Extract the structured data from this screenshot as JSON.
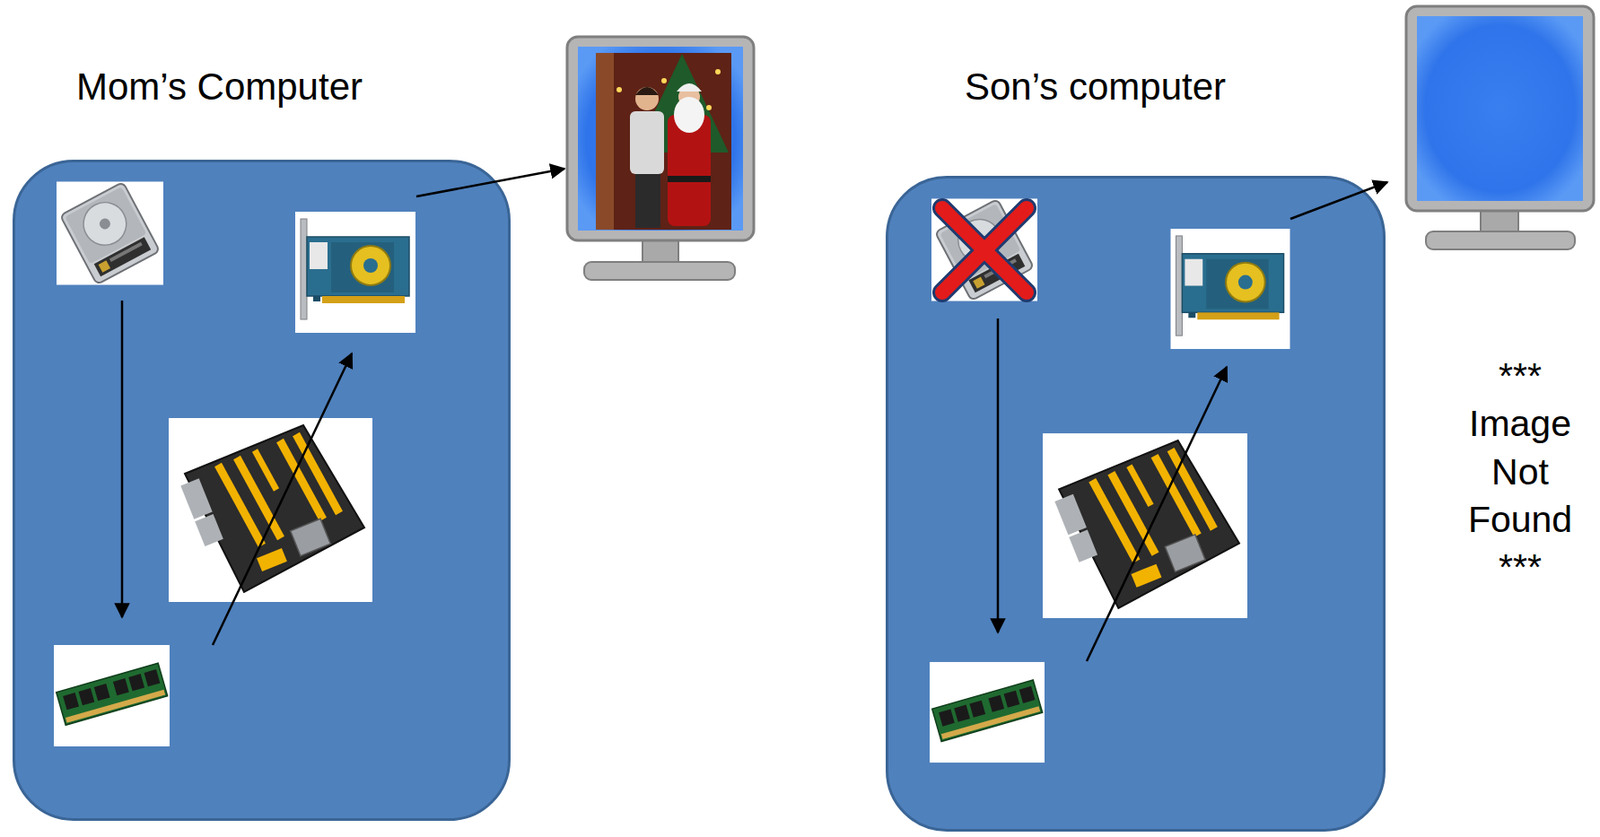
{
  "diagram": {
    "nodes": [
      {
        "text": [
          "Mom’s Computer"
        ]
      },
      {
        "text": [
          "Son’s computer"
        ]
      }
    ],
    "labels": [
      "*** Image Not Found ***"
    ]
  }
}
